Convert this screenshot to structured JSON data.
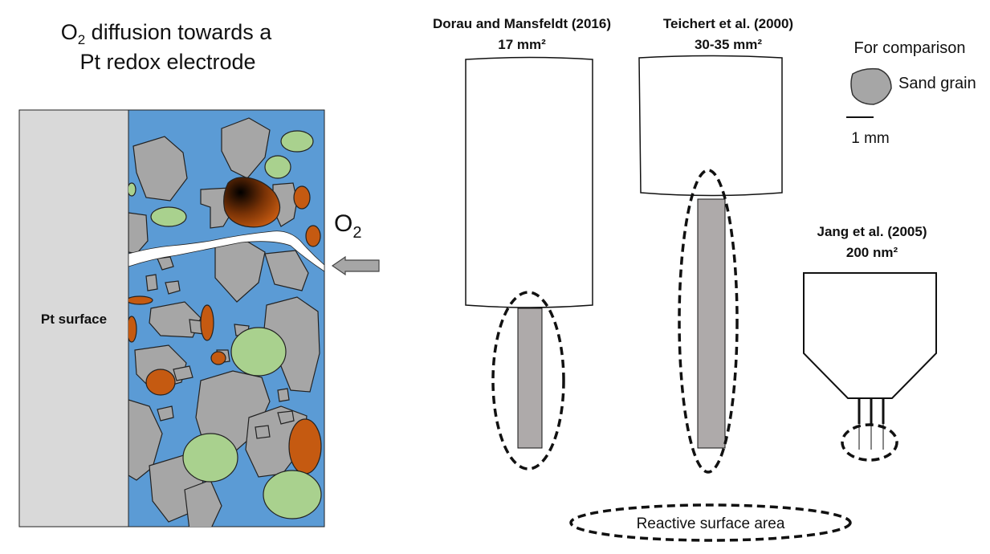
{
  "panel": {
    "title_line1_prefix": "O",
    "title_line1_sub": "2",
    "title_line1_rest": " diffusion towards a",
    "title_line2": "Pt redox electrode",
    "pt_surface_label": "Pt surface",
    "o2_label": "O",
    "o2_sub": "2"
  },
  "electrodes": [
    {
      "author": "Dorau and Mansfeldt (2016)",
      "area": "17 mm²"
    },
    {
      "author": "Teichert et al. (2000)",
      "area": "30-35 mm²"
    },
    {
      "author": "Jang et al. (2005)",
      "area": "200 nm²"
    }
  ],
  "comparison": {
    "heading": "For comparison",
    "grain_label": "Sand grain",
    "scale_label": "1 mm"
  },
  "legend": {
    "reactive_label": "Reactive surface area"
  },
  "colors": {
    "water": "#5b9bd5",
    "grain": "#a6a6a6",
    "organic": "#c55a11",
    "moss": "#a9d18e",
    "pt_surface": "#d9d9d9",
    "electrode_tip": "#aeaaaa"
  }
}
